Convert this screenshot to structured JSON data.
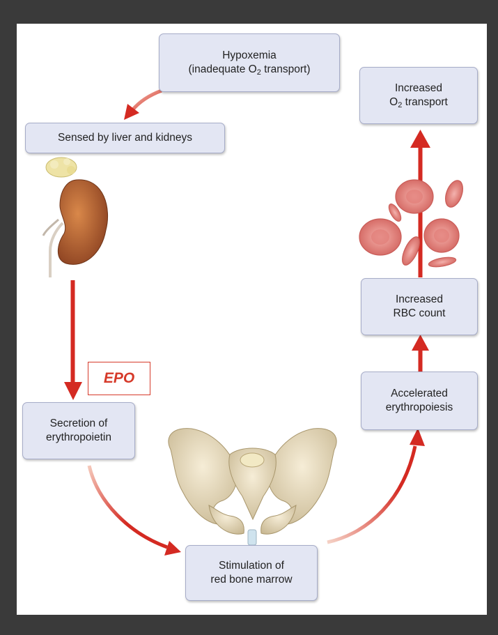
{
  "boxes": {
    "hypoxemia": {
      "line1": "Hypoxemia",
      "line2_pre": "(inadequate O",
      "line2_sub": "2",
      "line2_post": " transport)"
    },
    "sensed": {
      "line1": "Sensed by liver and kidneys"
    },
    "secretion": {
      "line1": "Secretion of",
      "line2": "erythropoietin"
    },
    "stimulation": {
      "line1": "Stimulation of",
      "line2": "red bone marrow"
    },
    "accelerated": {
      "line1": "Accelerated",
      "line2": "erythropoiesis"
    },
    "rbc_count": {
      "line1": "Increased",
      "line2": "RBC count"
    },
    "o2_transport": {
      "line1": "Increased",
      "line2_pre": "O",
      "line2_sub": "2",
      "line2_post": " transport"
    }
  },
  "epo_label": "EPO",
  "icons": [
    "kidney-icon",
    "pelvis-icon",
    "red-blood-cells-icon"
  ],
  "colors": {
    "arrow": "#d42a22",
    "box_fill": "#e3e6f3",
    "box_border": "#a6acc8",
    "epo": "#d63a2a",
    "frame": "#3a3a3a"
  }
}
